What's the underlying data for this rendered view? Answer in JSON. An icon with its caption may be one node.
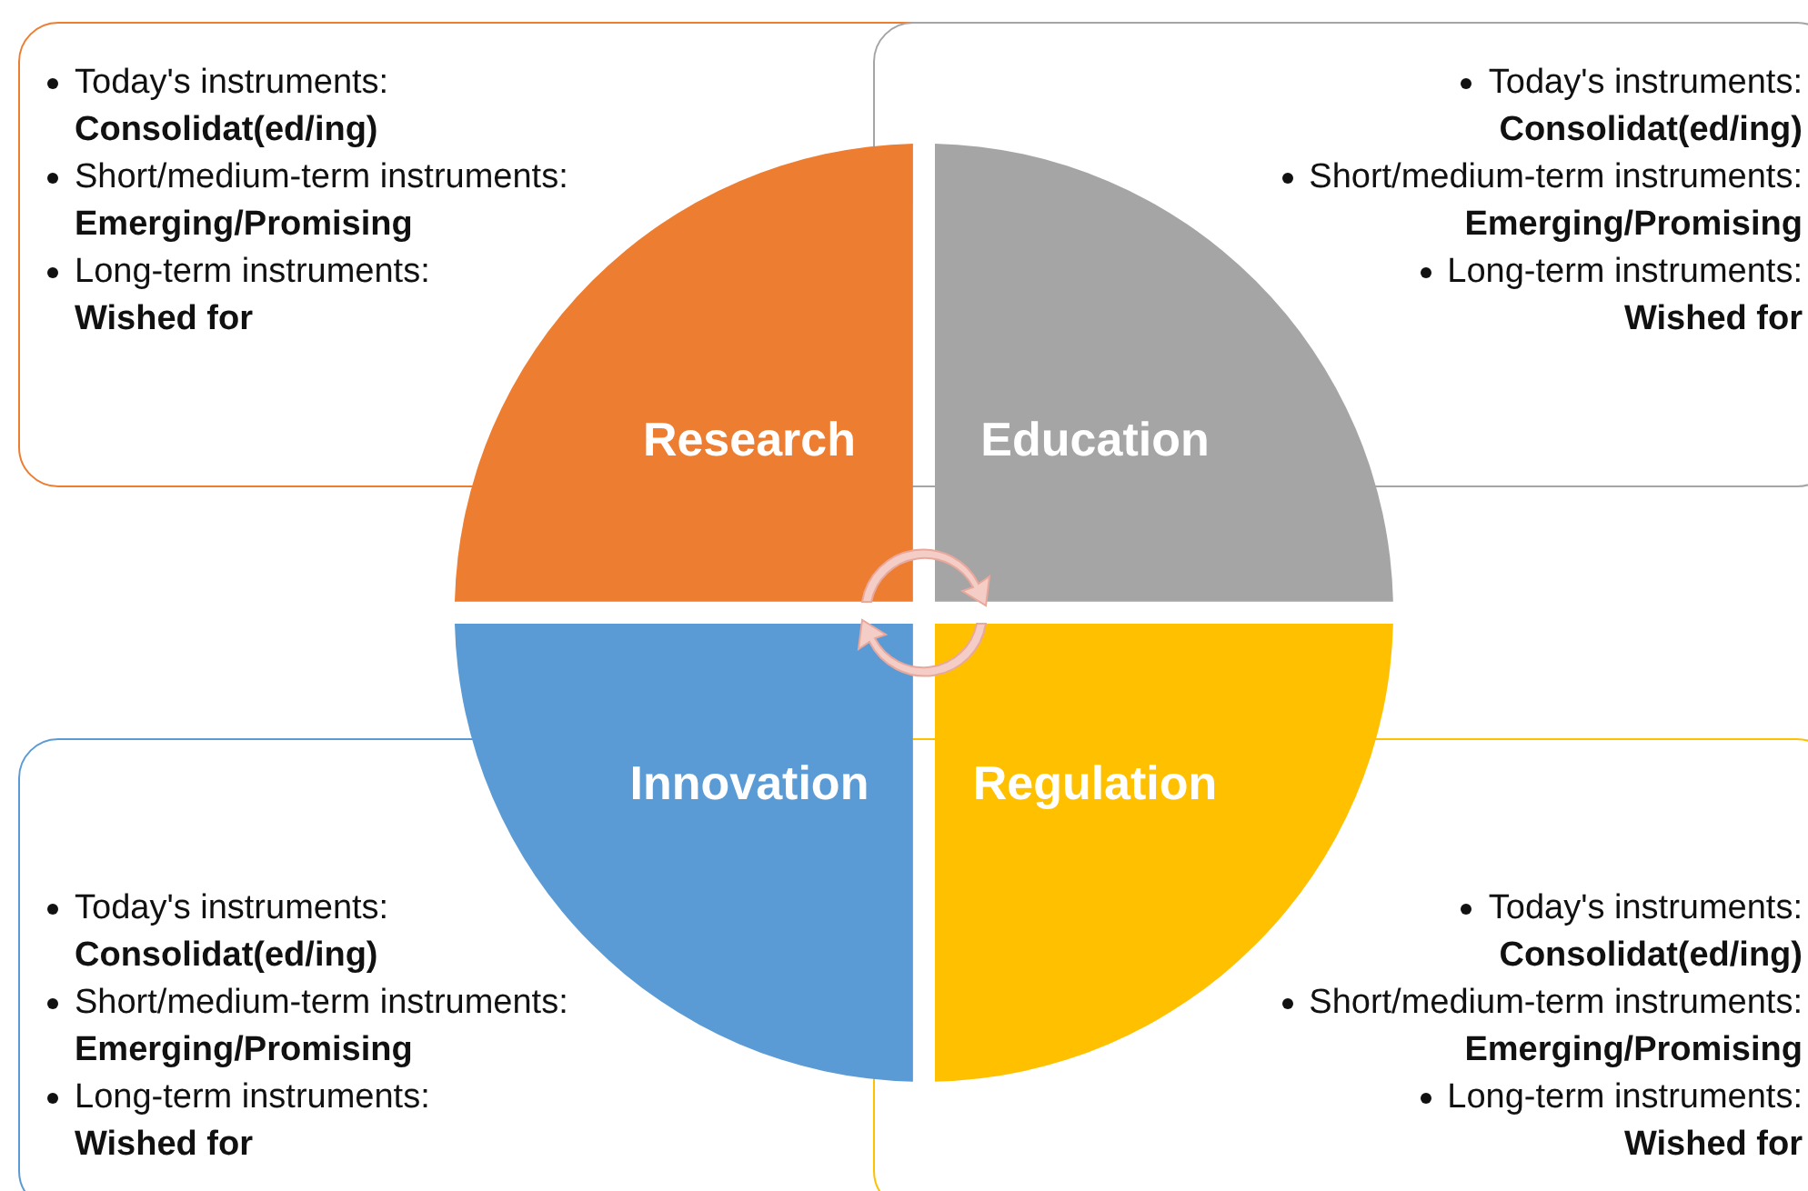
{
  "diagram": {
    "nodes": [
      {
        "text": [
          "Today's instruments: **Consolidat(ed/ing)**",
          "Short/medium-term instruments: **Emerging/Promising**",
          "Long-term instruments: **Wished for**"
        ]
      },
      {
        "text": [
          "Today's instruments: **Consolidat(ed/ing)**",
          "Short/medium-term instruments: **Emerging/Promising**",
          "Long-term instruments: **Wished for**"
        ]
      },
      {
        "text": [
          "Research"
        ]
      },
      {
        "text": [
          "Education"
        ]
      },
      {
        "text": [
          "Innovation"
        ]
      },
      {
        "text": [
          "Regulation"
        ]
      },
      {
        "text": [
          "Today's instruments: **Consolidat(ed/ing)**",
          "Short/medium-term instruments: **Emerging/Promising**",
          "Long-term instruments: **Wished for**"
        ]
      },
      {
        "text": [
          "Today's instruments: **Consolidat(ed/ing)**",
          "Short/medium-term instruments: **Emerging/Promising**",
          "Long-term instruments: **Wished for**"
        ]
      }
    ]
  }
}
